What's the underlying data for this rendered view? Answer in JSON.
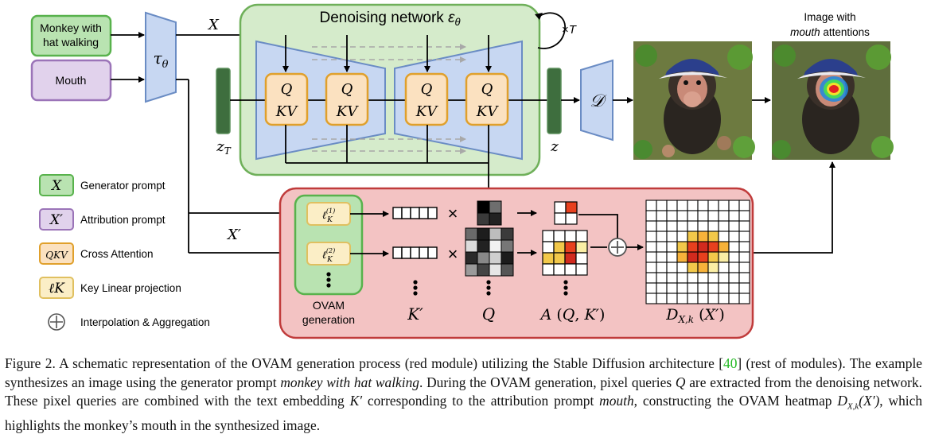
{
  "prompts": {
    "generator_prompt_box": "Monkey with hat walking",
    "attribution_prompt_box": "Mouth"
  },
  "labels": {
    "tau": "τθ",
    "x": "X",
    "x_prime": "X′",
    "denoising_network": "Denoising network εθ",
    "times_t": "×T",
    "z_t": "zT",
    "z": "z",
    "decoder": "𝒟",
    "image_with": "Image with",
    "mouth_attentions_italic": "mouth",
    "mouth_attentions_rest": " attentions",
    "q": "Q",
    "kv": "KV",
    "lk1": "ℓK(1)",
    "lk2": "ℓK(2)",
    "times": "×",
    "ovam_generation_line1": "OVAM",
    "ovam_generation_line2": "generation",
    "k_prime": "K′",
    "q_label": "Q",
    "a_label": "A (Q, K′)",
    "d_label": "DX,k (X′)"
  },
  "legend": [
    {
      "symbol": "X",
      "text": "Generator prompt",
      "color": "#b9e3b1",
      "border": "#58b24c"
    },
    {
      "symbol": "X′",
      "text": "Attribution prompt",
      "color": "#e1d2ec",
      "border": "#9b74b8"
    },
    {
      "symbol": "QKV",
      "text": "Cross Attention",
      "color": "#fbe1c0",
      "border": "#e0a02c"
    },
    {
      "symbol": "ℓK",
      "text": "Key Linear projection",
      "color": "#fbeec6",
      "border": "#e0c060"
    },
    {
      "symbol": "⊕",
      "text": "Interpolation & Aggregation",
      "color": "#ffffff",
      "border": "#555555"
    }
  ],
  "colors": {
    "green_fill": "#b9e3b1",
    "green_border": "#58b24c",
    "purple_fill": "#e1d2ec",
    "purple_border": "#9b74b8",
    "blue_fill": "#c7d7f2",
    "blue_border": "#6a8cc4",
    "denoise_fill": "#d5ebcb",
    "denoise_border": "#6fb05a",
    "ovam_fill": "#f3c3c3",
    "ovam_border": "#c03b3b",
    "qkv_fill": "#fbe1c0",
    "qkv_border": "#e0a02c",
    "dark_green": "#3e6e3e"
  },
  "caption": {
    "part1": "Figure 2. A schematic representation of the OVAM generation process (red module) utilizing the Stable Diffusion architecture [",
    "ref": "40",
    "part2": "] (rest of modules). The example synthesizes an image using the generator prompt ",
    "italic1": "monkey with hat walking",
    "part3": ". During the OVAM generation, pixel queries ",
    "q": "Q",
    "part4": " are extracted from the denoising network. These pixel queries are combined with the text embedding ",
    "k": "K′",
    "part5": " corresponding to the attribution prompt ",
    "italic2": "mouth",
    "part6": ", constructing the OVAM heatmap ",
    "d": "DX,k(X′)",
    "part7": ", which highlights the monkey’s mouth in the synthesized image."
  }
}
